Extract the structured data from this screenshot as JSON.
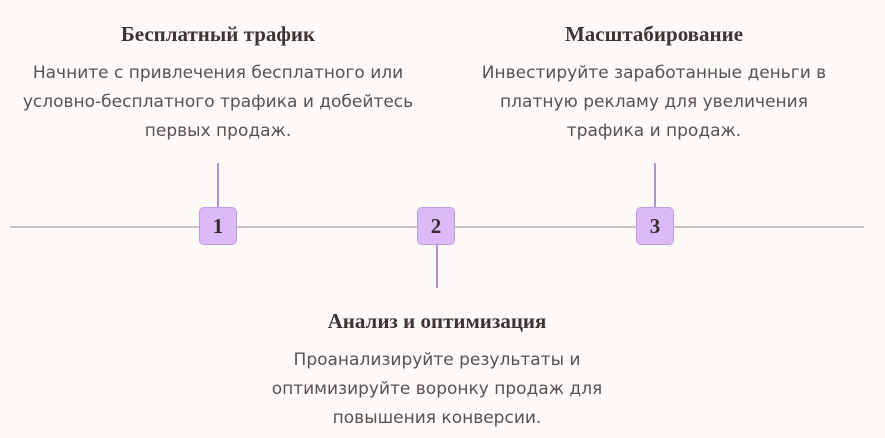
{
  "colors": {
    "background": "#fdf9f6",
    "timeline_line": "#cbc3c0",
    "marker_fill": "#dcb9f9",
    "marker_border": "#c39ae6",
    "connector": "#b48fd8",
    "title_text": "#3f3330",
    "desc_text": "#5b504d"
  },
  "steps": [
    {
      "number": "1",
      "title": "Бесплатный трафик",
      "description": "Начните с привлечения бесплатного или условно-бесплатного трафика и добейтесь первых продаж."
    },
    {
      "number": "2",
      "title": "Анализ и оптимизация",
      "description": "Проанализируйте результаты и оптимизируйте воронку продаж для повышения конверсии."
    },
    {
      "number": "3",
      "title": "Масштабирование",
      "description": "Инвестируйте заработанные деньги в платную рекламу для увеличения трафика и продаж."
    }
  ]
}
